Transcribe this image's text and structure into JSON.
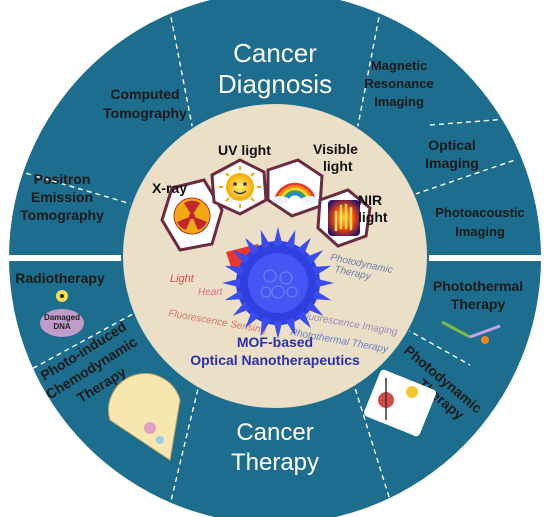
{
  "diagnosis": {
    "title_line1": "Cancer",
    "title_line2": "Diagnosis",
    "segments": {
      "ct": [
        "Computed",
        "Tomography"
      ],
      "mri": [
        "Magnetic",
        "Resonance",
        "Imaging"
      ],
      "optical": [
        "Optical",
        "Imaging"
      ],
      "pet": [
        "Positron",
        "Emission",
        "Tomography"
      ],
      "photoacoustic": [
        "Photoacoustic",
        "Imaging"
      ]
    }
  },
  "therapy": {
    "title_line1": "Cancer",
    "title_line2": "Therapy",
    "segments": {
      "radiotherapy": "Radiotherapy",
      "damaged_dna": [
        "Damaged",
        "DNA"
      ],
      "photothermal": [
        "Photothermal",
        "Therapy"
      ],
      "photodynamic": [
        "Photodynamic",
        "Therapy"
      ],
      "cdt": [
        "Photo-induced",
        "Chemodynamic",
        "Therapy"
      ]
    }
  },
  "center": {
    "lights": {
      "xray": "X-ray",
      "uv": [
        "UV light"
      ],
      "visible": [
        "Visible",
        "light"
      ],
      "nir": [
        "NIR",
        "light"
      ]
    },
    "mof_line1": "MOF-based",
    "mof_line2": "Optical Nanotherapeutics",
    "background_labels": {
      "light": "Light",
      "heart": "Heart",
      "photodynamic": "Photodynamic",
      "therapy": "Therapy",
      "fluorescence_imaging": "Fluorescence Imaging",
      "photothermal_therapy": "Photothermal Therapy",
      "fluorescence_sensing": "Fluorescence Sensing"
    }
  },
  "colors": {
    "ring": "#1d6e8e",
    "disc": "#ecdfc7",
    "divider": "#ffffff",
    "mof": "#2f3fe0",
    "hex_border": "#6b2a3f"
  }
}
